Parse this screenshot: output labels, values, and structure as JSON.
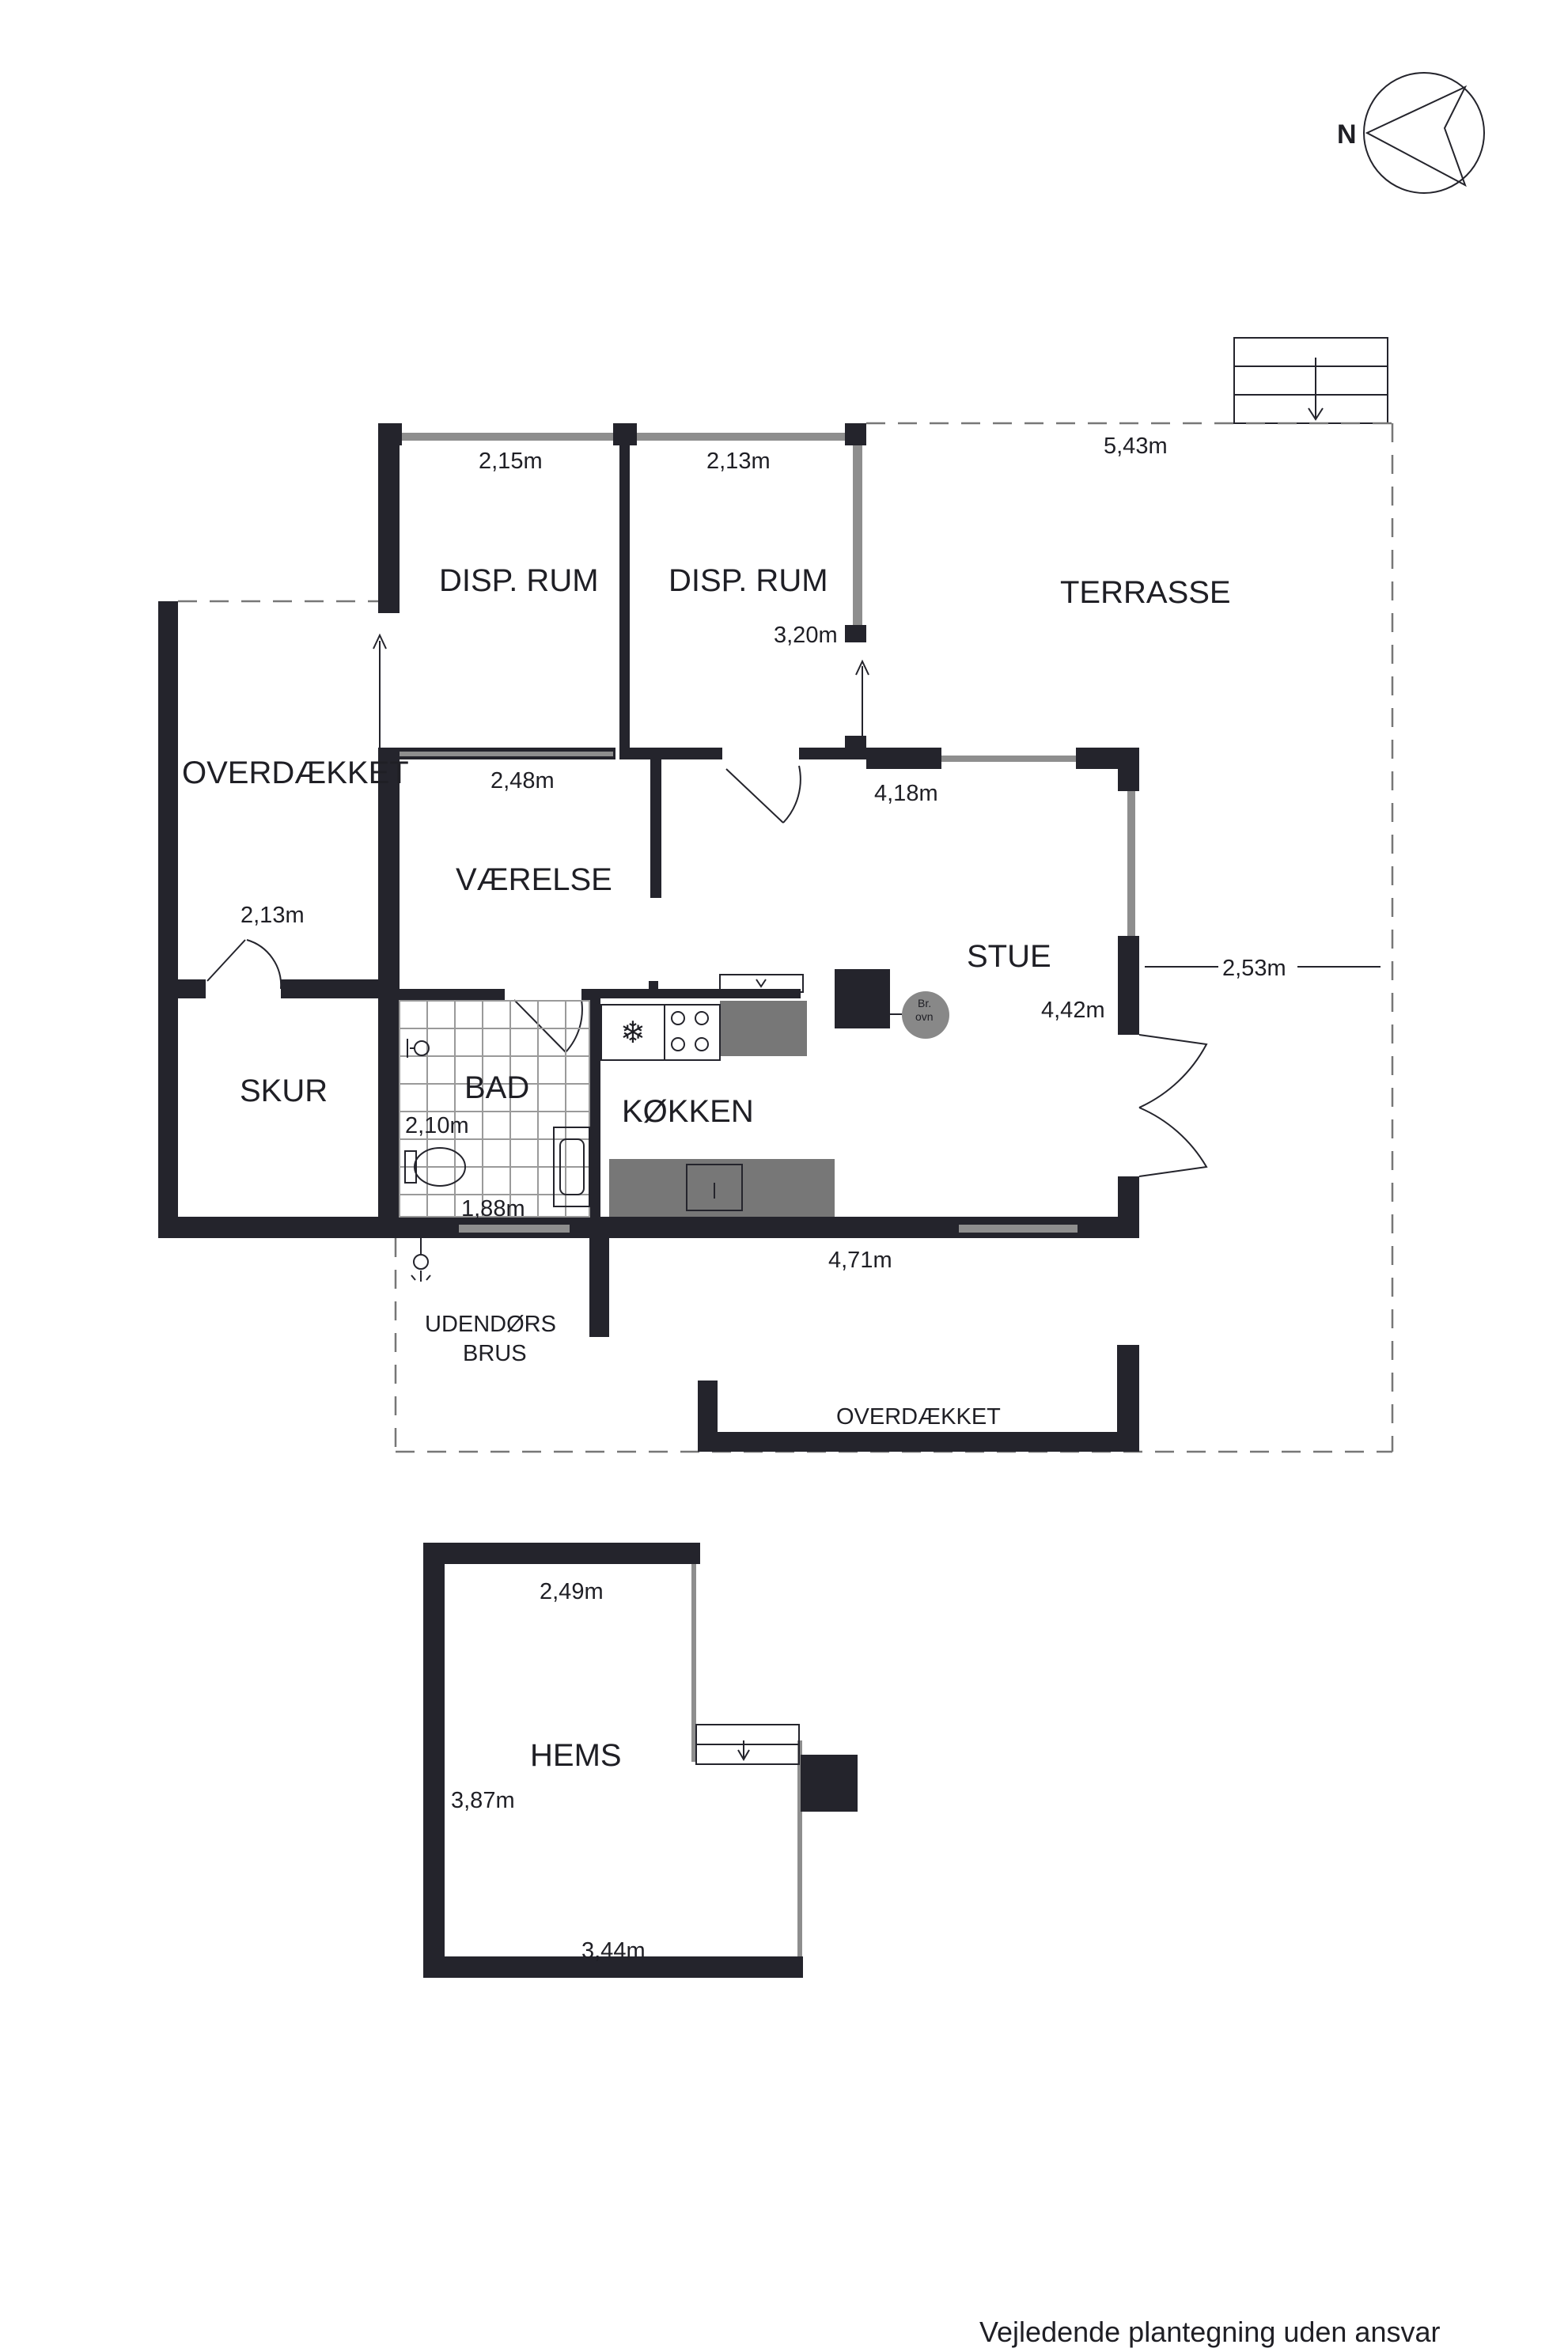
{
  "compass": {
    "letter": "N"
  },
  "rooms": {
    "disp_rum_1": "DISP. RUM",
    "disp_rum_2": "DISP. RUM",
    "terrasse": "TERRASSE",
    "overdaekket_left": "OVERDÆKKET",
    "vaerelse": "VÆRELSE",
    "stue": "STUE",
    "skur": "SKUR",
    "bad": "BAD",
    "koekken": "KØKKEN",
    "udendoers_brus_1": "UDENDØRS",
    "udendoers_brus_2": "BRUS",
    "overdaekket_bottom": "OVERDÆKKET",
    "hems": "HEMS",
    "oven_1": "Br.",
    "oven_2": "ovn"
  },
  "dimensions": {
    "disp1_width": "2,15m",
    "disp2_width": "2,13m",
    "terrasse_width": "5,43m",
    "disp2_depth": "3,20m",
    "vaerelse_width": "2,48m",
    "stue_width": "4,18m",
    "overdaekket_width": "2,13m",
    "stue_depth": "4,42m",
    "terrasse_depth": "2,53m",
    "bad_depth": "2,10m",
    "bad_width": "1,88m",
    "koekken_width": "4,71m",
    "hems_top": "2,49m",
    "hems_depth": "3,87m",
    "hems_bottom": "3,44m"
  },
  "disclaimer": "Vejledende plantegning uden ansvar",
  "colors": {
    "wall": "#24242c",
    "window": "#8e8e8e",
    "counter": "#777777"
  }
}
